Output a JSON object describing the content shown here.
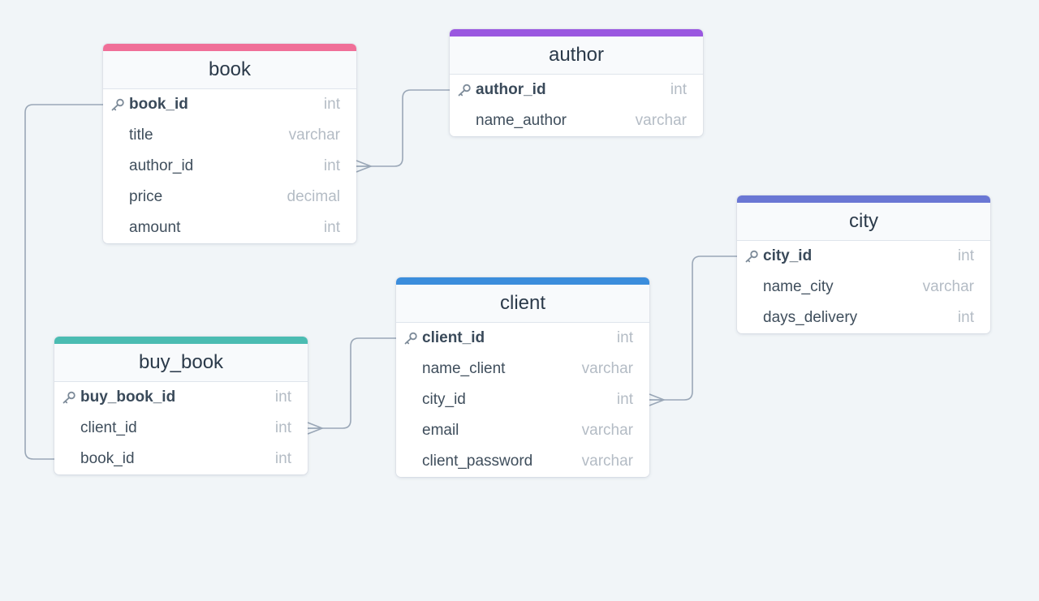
{
  "colors": {
    "background": "#f1f5f8",
    "connector": "#9aa7b7",
    "book": "#f06f98",
    "author": "#9a57e0",
    "city": "#6a77d4",
    "client": "#3b8ddc",
    "buy_book": "#4bbcb2"
  },
  "tables": [
    {
      "name": "book",
      "accent": "#f06f98",
      "columns": [
        {
          "name": "book_id",
          "type": "int",
          "pk": true
        },
        {
          "name": "title",
          "type": "varchar",
          "pk": false
        },
        {
          "name": "author_id",
          "type": "int",
          "pk": false
        },
        {
          "name": "price",
          "type": "decimal",
          "pk": false
        },
        {
          "name": "amount",
          "type": "int",
          "pk": false
        }
      ]
    },
    {
      "name": "author",
      "accent": "#9a57e0",
      "columns": [
        {
          "name": "author_id",
          "type": "int",
          "pk": true
        },
        {
          "name": "name_author",
          "type": "varchar",
          "pk": false
        }
      ]
    },
    {
      "name": "city",
      "accent": "#6a77d4",
      "columns": [
        {
          "name": "city_id",
          "type": "int",
          "pk": true
        },
        {
          "name": "name_city",
          "type": "varchar",
          "pk": false
        },
        {
          "name": "days_delivery",
          "type": "int",
          "pk": false
        }
      ]
    },
    {
      "name": "client",
      "accent": "#3b8ddc",
      "columns": [
        {
          "name": "client_id",
          "type": "int",
          "pk": true
        },
        {
          "name": "name_client",
          "type": "varchar",
          "pk": false
        },
        {
          "name": "city_id",
          "type": "int",
          "pk": false
        },
        {
          "name": "email",
          "type": "varchar",
          "pk": false
        },
        {
          "name": "client_password",
          "type": "varchar",
          "pk": false
        }
      ]
    },
    {
      "name": "buy_book",
      "accent": "#4bbcb2",
      "columns": [
        {
          "name": "buy_book_id",
          "type": "int",
          "pk": true
        },
        {
          "name": "client_id",
          "type": "int",
          "pk": false
        },
        {
          "name": "book_id",
          "type": "int",
          "pk": false
        }
      ]
    }
  ],
  "relationships": [
    {
      "from": "book.author_id",
      "to": "author.author_id",
      "cardinality": "many-to-one"
    },
    {
      "from": "buy_book.book_id",
      "to": "book.book_id",
      "cardinality": "one-to-one"
    },
    {
      "from": "buy_book.client_id",
      "to": "client.client_id",
      "cardinality": "many-to-one"
    },
    {
      "from": "client.city_id",
      "to": "city.city_id",
      "cardinality": "many-to-one"
    }
  ]
}
